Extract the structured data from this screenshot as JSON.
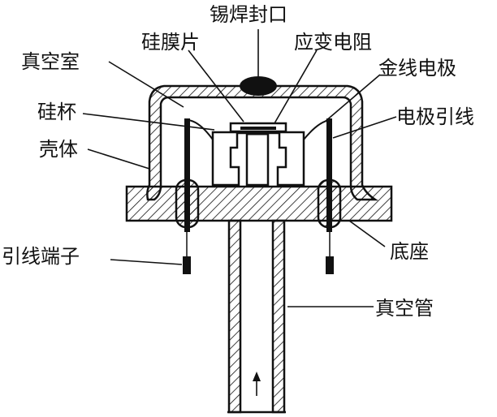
{
  "colors": {
    "background": "#ffffff",
    "ink": "#111111"
  },
  "labels": {
    "solder_seal": "锡焊封口",
    "silicon_film": "硅膜片",
    "strain_resistor": "应变电阻",
    "vacuum_chamber": "真空室",
    "gold_wire_electrode": "金线电极",
    "silicon_cup": "硅杯",
    "electrode_lead": "电极引线",
    "housing": "壳体",
    "lead_terminal": "引线端子",
    "base": "底座",
    "vacuum_tube": "真空管"
  },
  "icons": {
    "flow_arrow": "arrow-up-icon"
  }
}
